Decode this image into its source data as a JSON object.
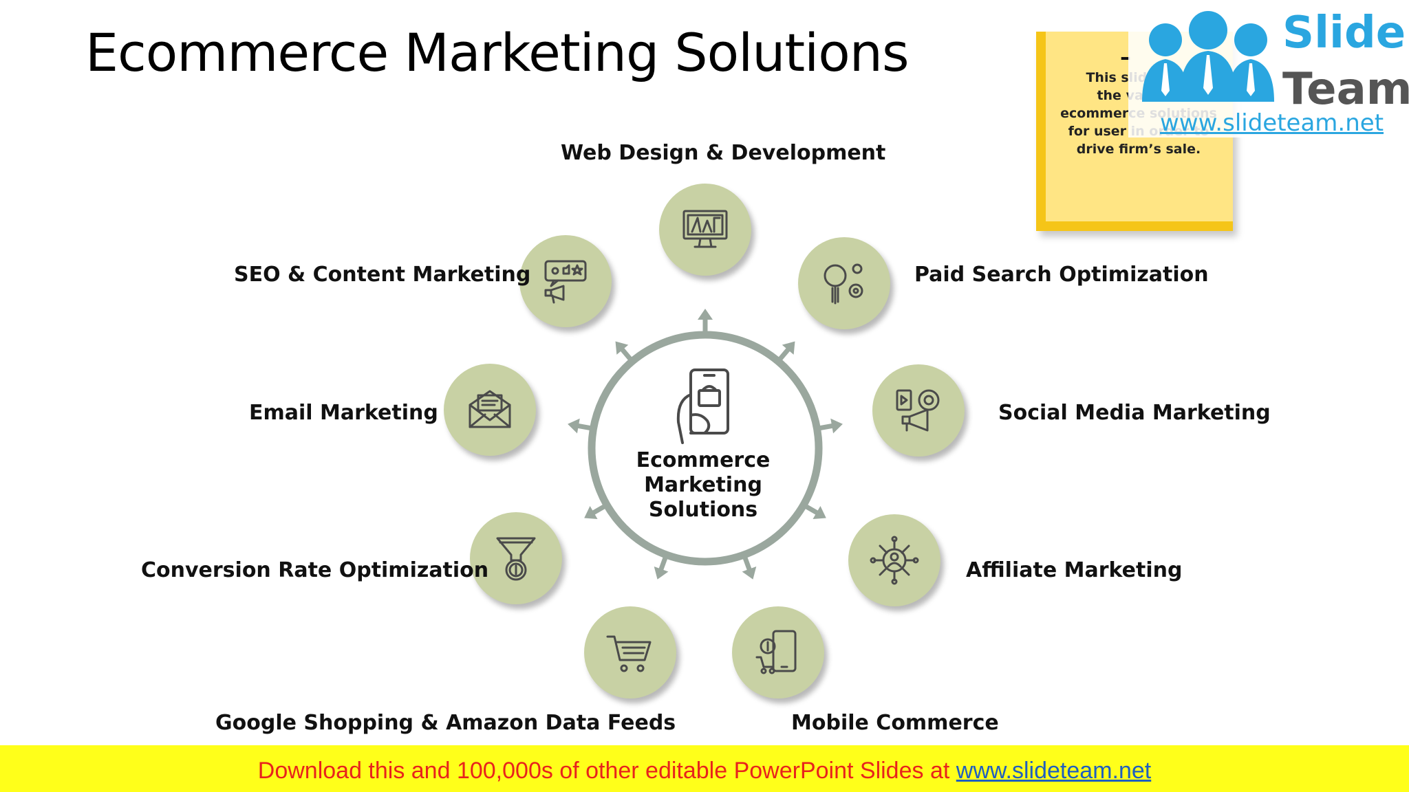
{
  "title": "Ecommerce Marketing Solutions",
  "center": {
    "lines": [
      "Ecommerce",
      "Marketing",
      "Solutions"
    ],
    "icon": "mobile-shopping-icon"
  },
  "items": [
    {
      "label": "Web Design & Development",
      "icon": "monitor-design-icon"
    },
    {
      "label": "Paid Search Optimization",
      "icon": "search-gears-icon"
    },
    {
      "label": "Social Media Marketing",
      "icon": "social-megaphone-icon"
    },
    {
      "label": "Affiliate Marketing",
      "icon": "network-user-icon"
    },
    {
      "label": "Mobile Commerce",
      "icon": "mobile-payment-icon"
    },
    {
      "label": "Google Shopping & Amazon Data Feeds",
      "icon": "shopping-cart-icon"
    },
    {
      "label": "Conversion Rate Optimization",
      "icon": "funnel-coin-icon"
    },
    {
      "label": "Email Marketing",
      "icon": "envelope-icon"
    },
    {
      "label": "SEO & Content Marketing",
      "icon": "feedback-megaphone-icon"
    }
  ],
  "note": {
    "dash": "–",
    "lines": [
      "This slide lists",
      "the various",
      "ecommerce solutions",
      "for user in order to",
      "drive firm’s sale."
    ]
  },
  "logo": {
    "word1": "Slide",
    "word2": "Team",
    "url": "www.slideteam.net"
  },
  "footer": {
    "text": "Download this and 100,000s of other editable PowerPoint Slides at ",
    "link": "www.slideteam.net"
  },
  "colors": {
    "node_fill": "#c8d1a4",
    "icon_stroke": "#4a4a4a",
    "ring": "#9aa79e",
    "footer_bg": "#ffff1a",
    "footer_text": "#e8231c",
    "note_fill": "#ffe584",
    "note_border": "#f5c518",
    "logo_blue": "#2aa6e0"
  }
}
